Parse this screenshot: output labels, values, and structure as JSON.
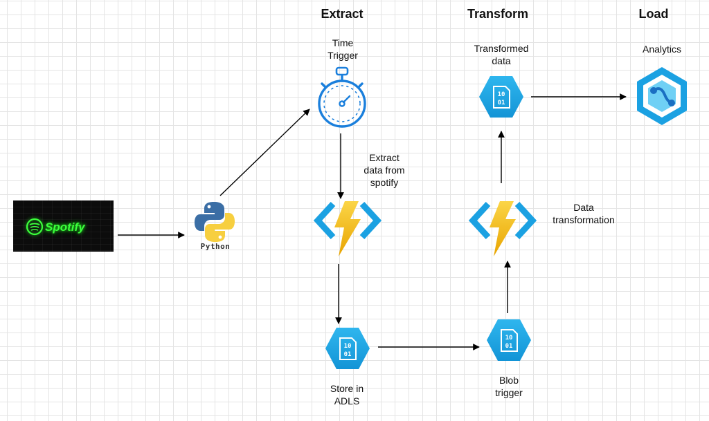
{
  "headings": {
    "extract": "Extract",
    "transform": "Transform",
    "load": "Load"
  },
  "nodes": {
    "time_trigger": "Time\nTrigger",
    "extract_func": "Extract\ndata from\nspotify",
    "store_adls": "Store in\nADLS",
    "blob_trigger": "Blob\ntrigger",
    "data_transformation": "Data\ntransformation",
    "transformed_data": "Transformed\ndata",
    "analytics": "Analytics"
  },
  "logos": {
    "spotify": "Spotify",
    "python": "Python"
  },
  "colors": {
    "azure_blue": "#1ba1e2",
    "stopwatch_blue": "#1a7fdc",
    "bolt_yellow": "#f8c200",
    "spotify_green": "#3cff3c",
    "python_blue": "#3b6ea5",
    "python_yellow": "#f7cf3f"
  }
}
